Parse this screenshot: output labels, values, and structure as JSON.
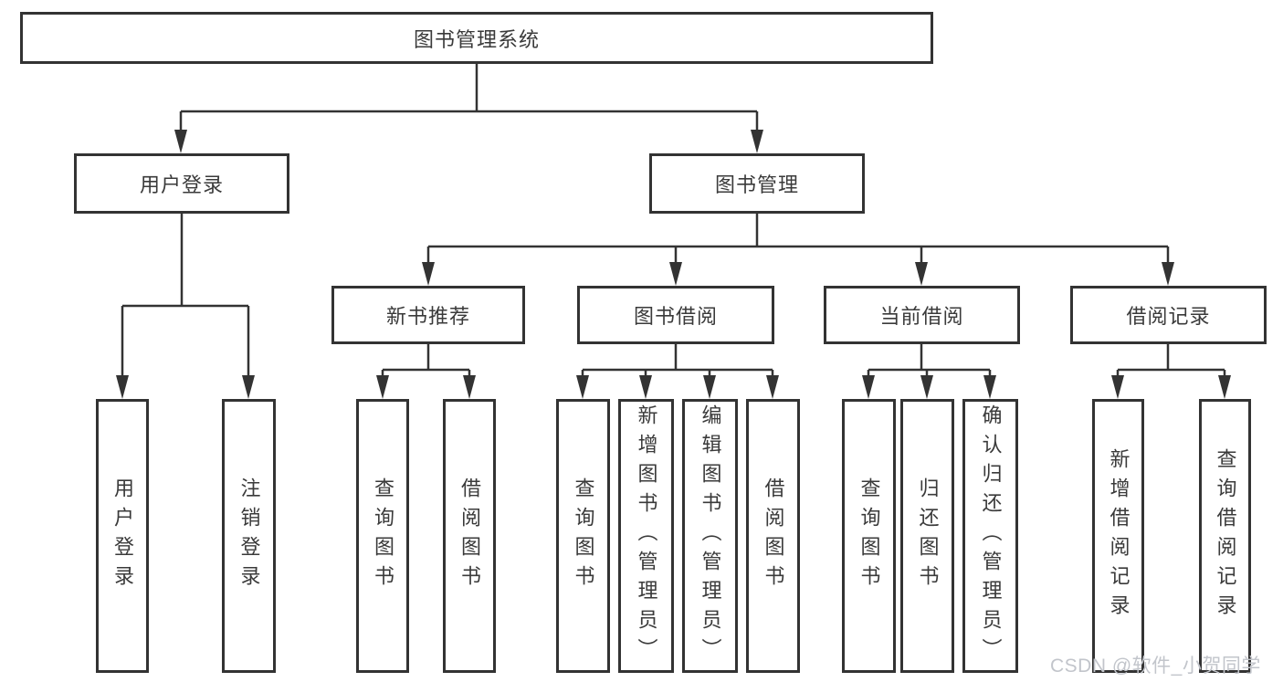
{
  "tree": {
    "label": "图书管理系统",
    "children": [
      {
        "label": "用户登录",
        "children": [
          {
            "label": "用户登录"
          },
          {
            "label": "注销登录"
          }
        ]
      },
      {
        "label": "图书管理",
        "children": [
          {
            "label": "新书推荐",
            "children": [
              {
                "label": "查询图书"
              },
              {
                "label": "借阅图书"
              }
            ]
          },
          {
            "label": "图书借阅",
            "children": [
              {
                "label": "查询图书"
              },
              {
                "label": "新增图书（管理员）"
              },
              {
                "label": "编辑图书（管理员）"
              },
              {
                "label": "借阅图书"
              }
            ]
          },
          {
            "label": "当前借阅",
            "children": [
              {
                "label": "查询图书"
              },
              {
                "label": "归还图书"
              },
              {
                "label": "确认归还（管理员）"
              }
            ]
          },
          {
            "label": "借阅记录",
            "children": [
              {
                "label": "新增借阅记录"
              },
              {
                "label": "查询借阅记录"
              }
            ]
          }
        ]
      }
    ]
  },
  "watermark": {
    "text": "CSDN @软件_小贺同学",
    "color": "#c2c5cb"
  },
  "style": {
    "line_color": "#333333",
    "box_border_color": "#333333",
    "box_fill": "#ffffff",
    "text_color": "#3a3a3a",
    "background": "#ffffff"
  }
}
